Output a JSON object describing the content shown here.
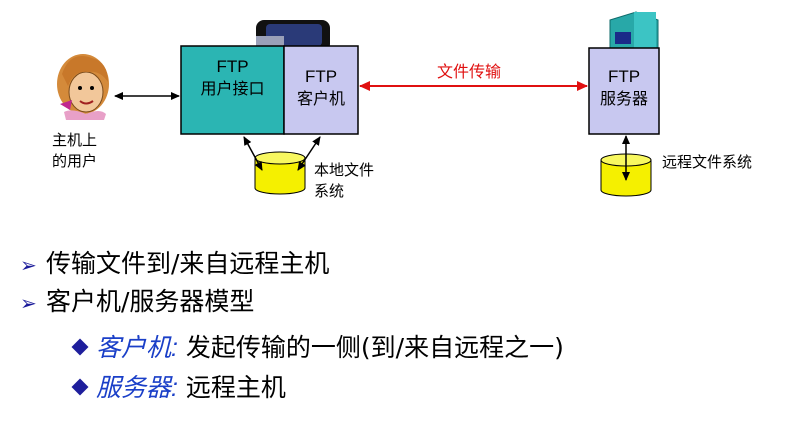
{
  "diagram": {
    "user_interface_box": {
      "line1": "FTP",
      "line2": "用户接口"
    },
    "client_box": {
      "line1": "FTP",
      "line2": "客户机"
    },
    "server_box": {
      "line1": "FTP",
      "line2": "服务器"
    },
    "transfer_label": "文件传输",
    "user_label": {
      "line1": "主机上",
      "line2": "的用户"
    },
    "local_fs_label": {
      "line1": "本地文件",
      "line2": "系统"
    },
    "remote_fs_label": "远程文件系统"
  },
  "bullets": [
    {
      "text": "传输文件到/来自远程主机"
    },
    {
      "text": "客户机/服务器模型",
      "sub": [
        {
          "term": "客户机:",
          "text": " 发起传输的一侧(到/来自远程之一)"
        },
        {
          "term": "服务器:",
          "text": " 远程主机"
        }
      ]
    }
  ],
  "colors": {
    "teal_box": "#2bb5b3",
    "lavender_box": "#c8c8f0",
    "disk_yellow": "#f5f000",
    "red_arrow": "#e01010",
    "bullet_blue": "#1a1a9a",
    "term_blue": "#1a3fc8"
  }
}
